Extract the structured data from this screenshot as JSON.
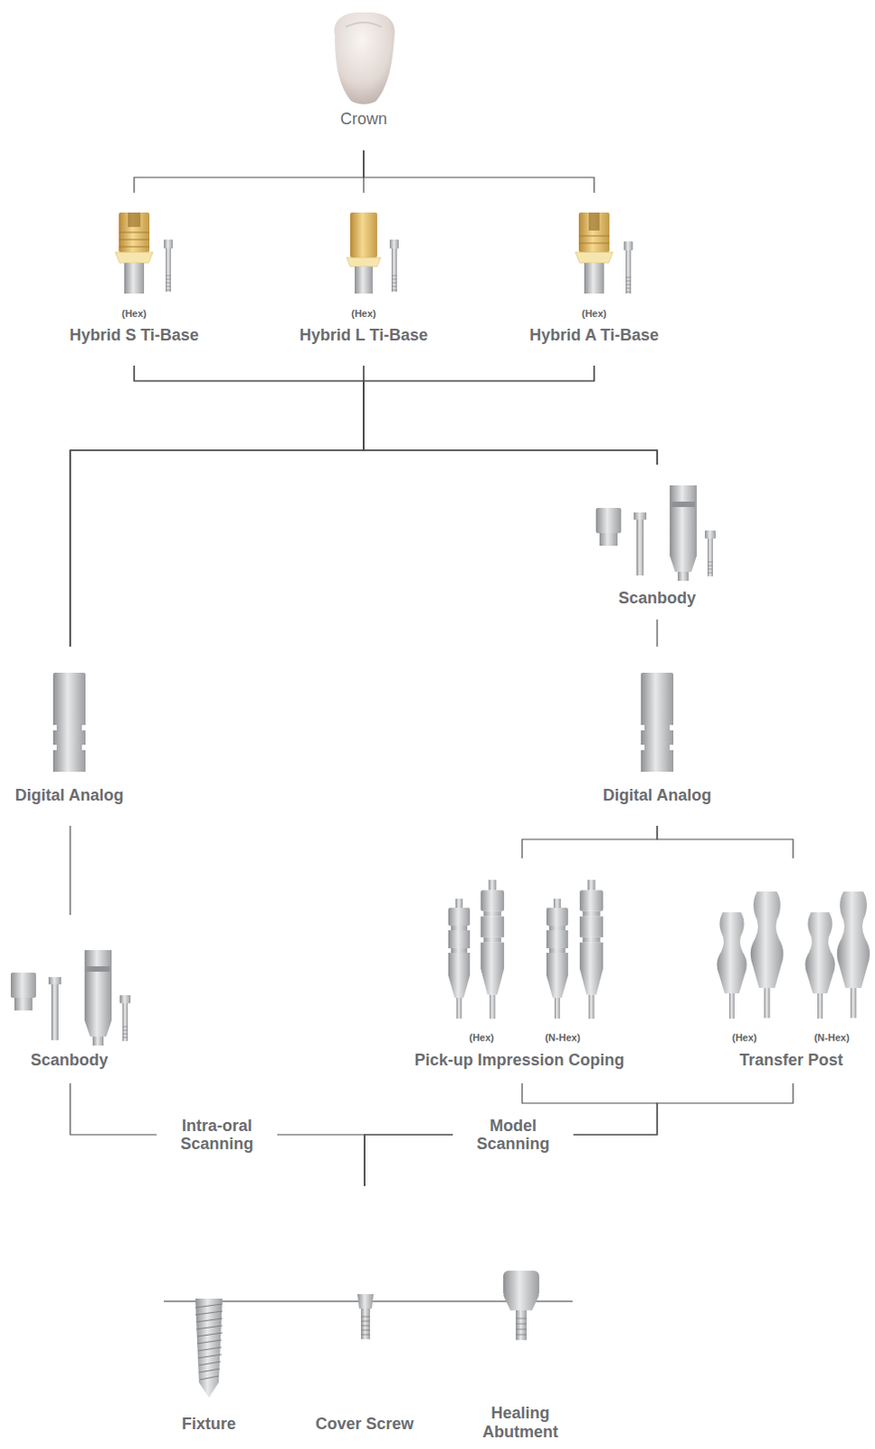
{
  "diagram": {
    "nodes": [
      {
        "text": [
          "Crown"
        ]
      },
      {
        "text": [
          "(Hex)",
          "Hybrid S Ti-Base"
        ]
      },
      {
        "text": [
          "(Hex)",
          "Hybrid L Ti-Base"
        ]
      },
      {
        "text": [
          "(Hex)",
          "Hybrid A Ti-Base"
        ]
      },
      {
        "text": [
          "Scanbody"
        ]
      },
      {
        "text": [
          "Digital Analog"
        ]
      },
      {
        "text": [
          "Digital Analog"
        ]
      },
      {
        "text": [
          "Scanbody"
        ]
      },
      {
        "text": [
          "(Hex)",
          "(N-Hex)",
          "Pick-up Impression Coping"
        ]
      },
      {
        "text": [
          "(Hex)",
          "(N-Hex)",
          "Transfer Post"
        ]
      },
      {
        "text": [
          "Fixture"
        ]
      },
      {
        "text": [
          "Cover Screw"
        ]
      },
      {
        "text": [
          "Healing Abutment"
        ]
      }
    ],
    "edges": [
      {
        "from": 0,
        "to": 1,
        "arrow": "none"
      },
      {
        "from": 0,
        "to": 2,
        "arrow": "none"
      },
      {
        "from": 0,
        "to": 3,
        "arrow": "none"
      },
      {
        "from": 1,
        "to": 5,
        "arrow": "none"
      },
      {
        "from": 2,
        "to": 5,
        "arrow": "none"
      },
      {
        "from": 3,
        "to": 5,
        "arrow": "none"
      },
      {
        "from": 1,
        "to": 4,
        "arrow": "none"
      },
      {
        "from": 2,
        "to": 4,
        "arrow": "none"
      },
      {
        "from": 3,
        "to": 4,
        "arrow": "none"
      },
      {
        "from": 4,
        "to": 6,
        "arrow": "none"
      },
      {
        "from": 5,
        "to": 7,
        "arrow": "none"
      },
      {
        "from": 6,
        "to": 8,
        "arrow": "none"
      },
      {
        "from": 6,
        "to": 9,
        "arrow": "none"
      },
      {
        "from": 7,
        "to": 11,
        "label": "Intra-oral Scanning",
        "arrow": "none"
      },
      {
        "from": 8,
        "to": 11,
        "label": "Model Scanning",
        "arrow": "none"
      },
      {
        "from": 9,
        "to": 11,
        "arrow": "none"
      }
    ]
  }
}
